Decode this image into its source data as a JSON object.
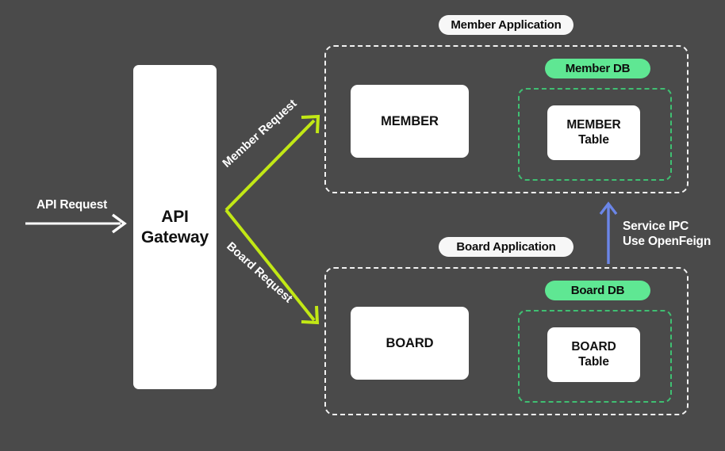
{
  "diagram": {
    "background_color": "#4a4a4a",
    "gateway": {
      "label": "API\nGateway",
      "line1": "API",
      "line2": "Gateway"
    },
    "entry_arrow": {
      "label": "API Request",
      "color": "#ffffff",
      "icon": "right-arrow-icon"
    },
    "branches": [
      {
        "label": "Member Request",
        "color": "#c2e815",
        "direction": "up-right",
        "icon": "diagonal-arrow-icon"
      },
      {
        "label": "Board Request",
        "color": "#c2e815",
        "direction": "down-right",
        "icon": "diagonal-arrow-icon"
      }
    ],
    "applications": [
      {
        "title": "Member Application",
        "service": "MEMBER",
        "db_badge": "Member DB",
        "db_badge_color": "#5fe793",
        "table_line1": "MEMBER",
        "table_line2": "Table",
        "border_color": "#f2f2f2",
        "db_border_color": "#3fbf72"
      },
      {
        "title": "Board Application",
        "service": "BOARD",
        "db_badge": "Board DB",
        "db_badge_color": "#5fe793",
        "table_line1": "BOARD",
        "table_line2": "Table",
        "border_color": "#f2f2f2",
        "db_border_color": "#3fbf72"
      }
    ],
    "ipc": {
      "line1": "Service IPC",
      "line2": "Use OpenFeign",
      "arrow_color": "#6b86e8",
      "arrow_direction": "up",
      "icon": "up-arrow-icon"
    }
  }
}
